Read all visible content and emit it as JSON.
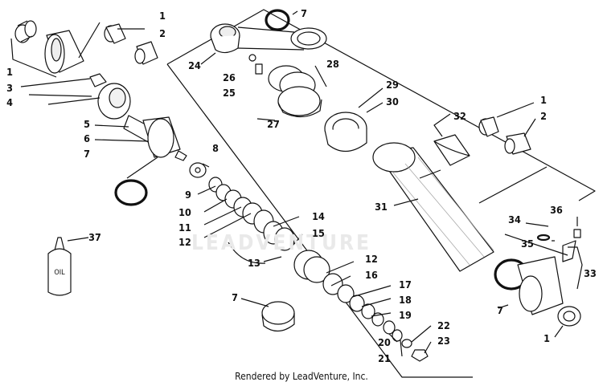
{
  "watermark": "LEADVENTURE",
  "footer_text": "Rendered by LeadVenture, Inc.",
  "oil_label": "OIL",
  "callouts": [
    {
      "id": "c1a",
      "text": "1"
    },
    {
      "id": "c2a",
      "text": "2"
    },
    {
      "id": "c1b",
      "text": "1"
    },
    {
      "id": "c3",
      "text": "3"
    },
    {
      "id": "c4",
      "text": "4"
    },
    {
      "id": "c5",
      "text": "5"
    },
    {
      "id": "c6",
      "text": "6"
    },
    {
      "id": "c7a",
      "text": "7"
    },
    {
      "id": "c8",
      "text": "8"
    },
    {
      "id": "c9",
      "text": "9"
    },
    {
      "id": "c10",
      "text": "10"
    },
    {
      "id": "c11",
      "text": "11"
    },
    {
      "id": "c12a",
      "text": "12"
    },
    {
      "id": "c13",
      "text": "13"
    },
    {
      "id": "c14",
      "text": "14"
    },
    {
      "id": "c15",
      "text": "15"
    },
    {
      "id": "c12b",
      "text": "12"
    },
    {
      "id": "c16",
      "text": "16"
    },
    {
      "id": "c17",
      "text": "17"
    },
    {
      "id": "c18",
      "text": "18"
    },
    {
      "id": "c19",
      "text": "19"
    },
    {
      "id": "c20",
      "text": "20"
    },
    {
      "id": "c21",
      "text": "21"
    },
    {
      "id": "c22",
      "text": "22"
    },
    {
      "id": "c23",
      "text": "23"
    },
    {
      "id": "c7b",
      "text": "7"
    },
    {
      "id": "c7c",
      "text": "7"
    },
    {
      "id": "c24",
      "text": "24"
    },
    {
      "id": "c26",
      "text": "26"
    },
    {
      "id": "c25",
      "text": "25"
    },
    {
      "id": "c28",
      "text": "28"
    },
    {
      "id": "c27",
      "text": "27"
    },
    {
      "id": "c29",
      "text": "29"
    },
    {
      "id": "c30",
      "text": "30"
    },
    {
      "id": "c31",
      "text": "31"
    },
    {
      "id": "c32",
      "text": "32"
    },
    {
      "id": "c1c",
      "text": "1"
    },
    {
      "id": "c2b",
      "text": "2"
    },
    {
      "id": "c34",
      "text": "34"
    },
    {
      "id": "c36",
      "text": "36"
    },
    {
      "id": "c35",
      "text": "35"
    },
    {
      "id": "c33",
      "text": "33"
    },
    {
      "id": "c7d",
      "text": "7"
    },
    {
      "id": "c1d",
      "text": "1"
    },
    {
      "id": "c37",
      "text": "37"
    }
  ]
}
